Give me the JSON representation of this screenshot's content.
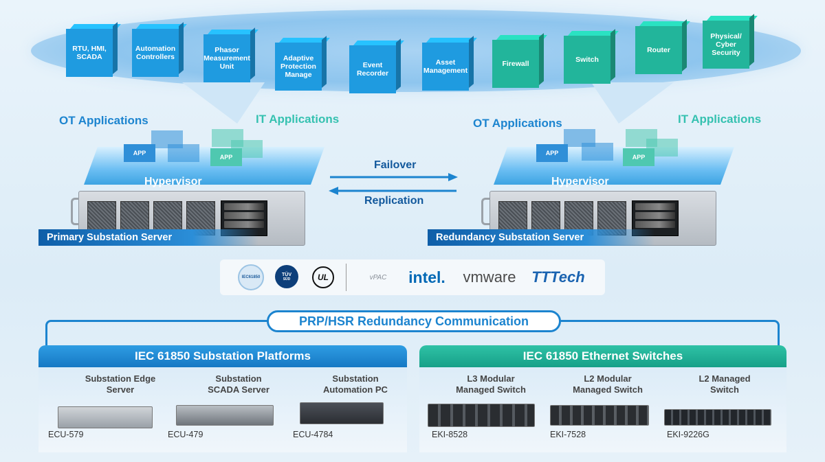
{
  "apps": [
    {
      "label": "RTU, HMI, SCADA",
      "group": "ot"
    },
    {
      "label": "Automation Controllers",
      "group": "ot"
    },
    {
      "label": "Phasor Measurement Unit",
      "group": "ot"
    },
    {
      "label": "Adaptive Protection Manage",
      "group": "ot"
    },
    {
      "label": "Event Recorder",
      "group": "ot"
    },
    {
      "label": "Asset Management",
      "group": "ot"
    },
    {
      "label": "Firewall",
      "group": "it"
    },
    {
      "label": "Switch",
      "group": "it"
    },
    {
      "label": "Router",
      "group": "it"
    },
    {
      "label": "Physical/ Cyber Security",
      "group": "it"
    }
  ],
  "colors": {
    "ot": "#1f9be0",
    "it": "#22b59b",
    "accent": "#1c84cf"
  },
  "servers": {
    "primary": {
      "ot_label": "OT Applications",
      "it_label": "IT Applications",
      "app_tag": "APP",
      "hypervisor": "Hypervisor",
      "name": "Primary Substation Server"
    },
    "redundancy": {
      "ot_label": "OT Applications",
      "it_label": "IT Applications",
      "app_tag": "APP",
      "hypervisor": "Hypervisor",
      "name": "Redundancy Substation Server"
    }
  },
  "links": {
    "failover": "Failover",
    "replication": "Replication"
  },
  "logos": {
    "iec": "IEC61850",
    "tuv": "TÜV",
    "tuv_sub": "SÜD",
    "ul": "UL",
    "vpac": "vPAC",
    "intel": "intel.",
    "vmware": "vmware",
    "tttech": "TTTech"
  },
  "comm": {
    "title": "PRP/HSR Redundancy Communication"
  },
  "platforms": {
    "header": "IEC 61850 Substation Platforms",
    "items": [
      {
        "title": "Substation Edge Server",
        "model": "ECU-579"
      },
      {
        "title": "Substation SCADA Server",
        "model": "ECU-479"
      },
      {
        "title": "Substation Automation PC",
        "model": "ECU-4784"
      }
    ]
  },
  "switches": {
    "header": "IEC 61850 Ethernet Switches",
    "items": [
      {
        "title": "L3 Modular Managed Switch",
        "model": "EKI-8528"
      },
      {
        "title": "L2 Modular Managed Switch",
        "model": "EKI-7528"
      },
      {
        "title": "L2 Managed Switch",
        "model": "EKI-9226G"
      }
    ]
  }
}
